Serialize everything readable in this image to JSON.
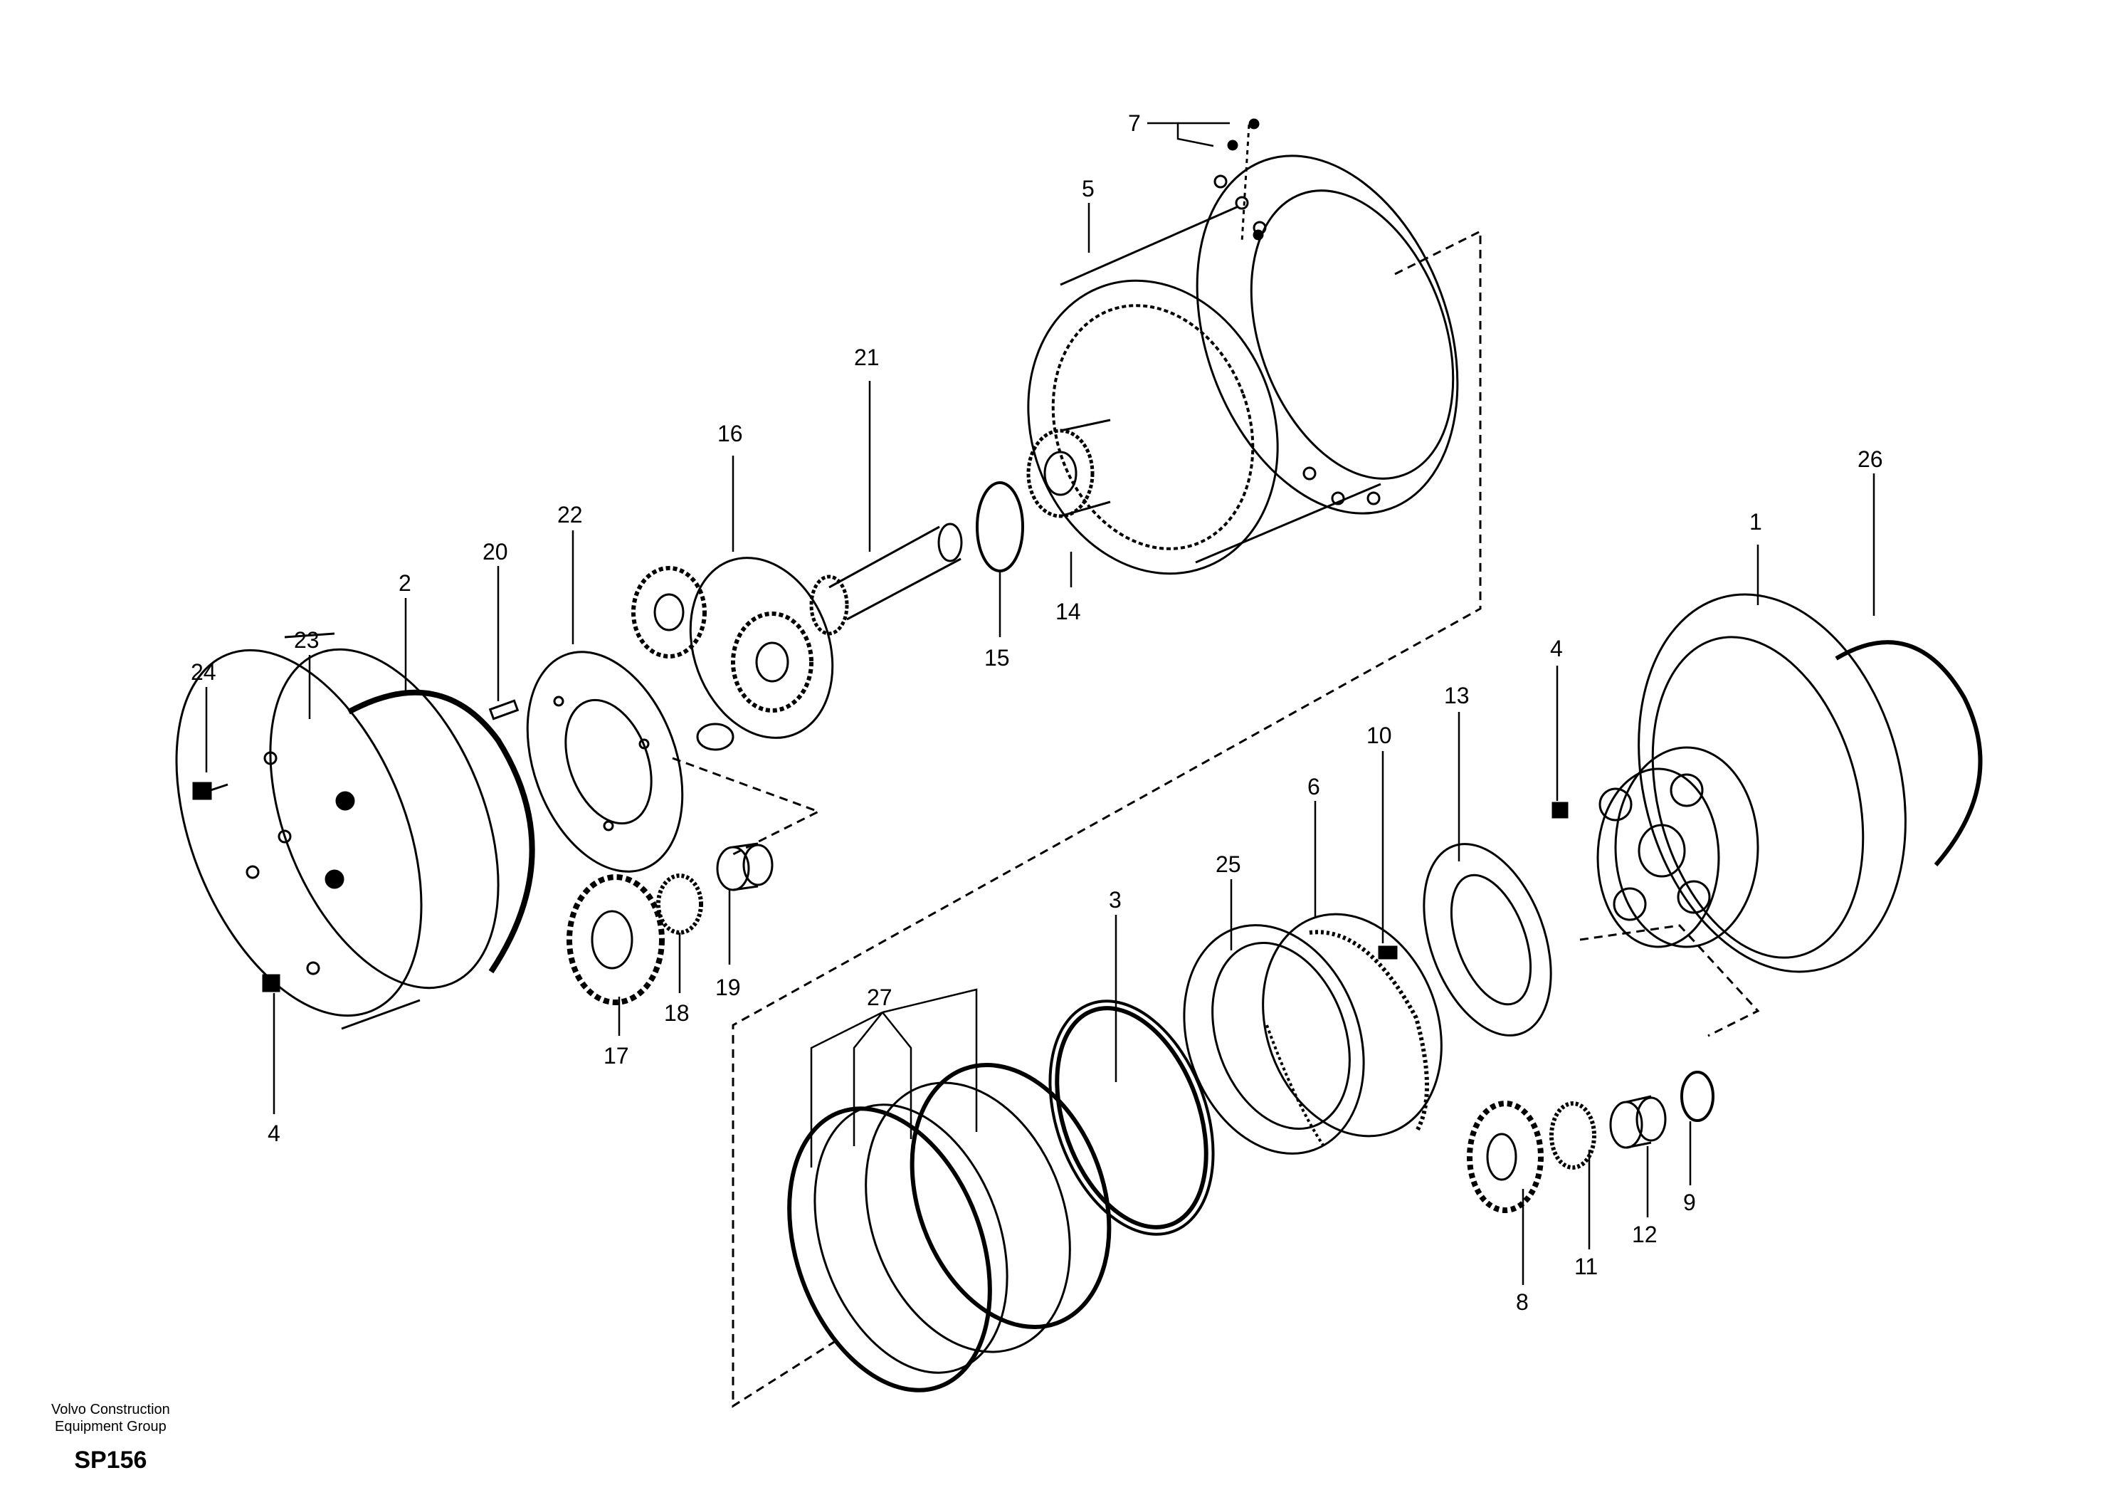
{
  "figure": {
    "org_line_1": "Volvo Construction",
    "org_line_2": "Equipment Group",
    "code": "SP156"
  },
  "callouts": [
    "1",
    "2",
    "3",
    "4",
    "4",
    "5",
    "6",
    "7",
    "8",
    "9",
    "10",
    "11",
    "12",
    "13",
    "14",
    "15",
    "16",
    "17",
    "18",
    "19",
    "20",
    "21",
    "22",
    "23",
    "24",
    "25",
    "26",
    "27"
  ]
}
